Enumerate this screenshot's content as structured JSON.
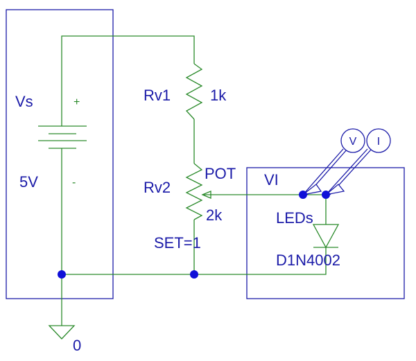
{
  "schematic": {
    "source": {
      "name": "Vs",
      "value": "5V",
      "plus": "+",
      "minus": "-"
    },
    "resistor1": {
      "name": "Rv1",
      "value": "1k"
    },
    "resistor2": {
      "name": "Rv2",
      "value": "2k",
      "pin": "POT",
      "param": "SET=1"
    },
    "led_block": {
      "pin": "VI",
      "name": "LEDs",
      "diode": "D1N4002"
    },
    "ground": {
      "label": "0"
    },
    "probes": {
      "voltage": "V",
      "current": "I"
    },
    "colors": {
      "wire": "#2a8a2a",
      "box": "#1a1aa8",
      "node": "#1010d8",
      "label": "#1a1aa8"
    }
  }
}
